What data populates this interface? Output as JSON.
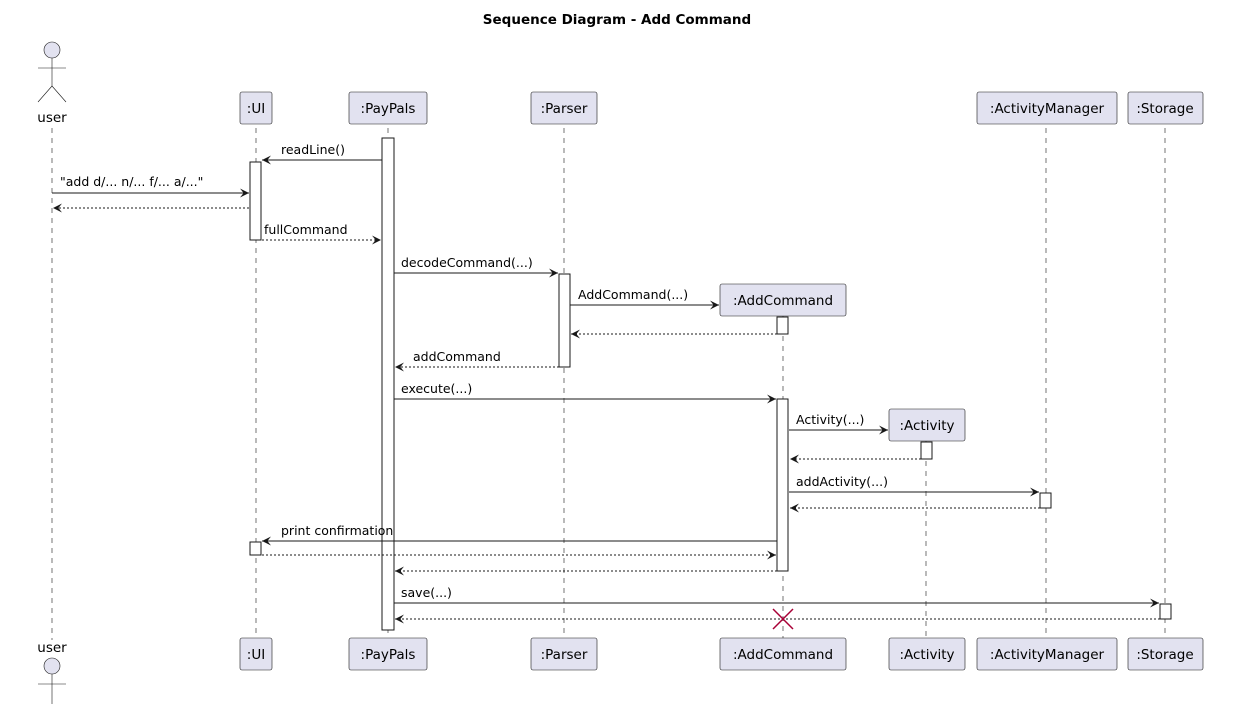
{
  "title": "Sequence Diagram - Add Command",
  "participants": {
    "user": "user",
    "ui": ":UI",
    "paypals": ":PayPals",
    "parser": ":Parser",
    "addcommand": ":AddCommand",
    "activity": ":Activity",
    "activitymanager": ":ActivityManager",
    "storage": ":Storage"
  },
  "messages": {
    "readline": "readLine()",
    "user_input": "\"add d/... n/... f/... a/...\"",
    "fullcommand": "fullCommand",
    "decodecommand": "decodeCommand(...)",
    "addcommand_ctor": "AddCommand(...)",
    "addcommand_return": "addCommand",
    "execute": "execute(...)",
    "activity_ctor": "Activity(...)",
    "addactivity": "addActivity(...)",
    "print_confirmation": "print confirmation",
    "save": "save(...)"
  },
  "colors": {
    "participant_fill": "#e2e2f0",
    "line": "#181818",
    "destroy_marker": "#a80036"
  }
}
